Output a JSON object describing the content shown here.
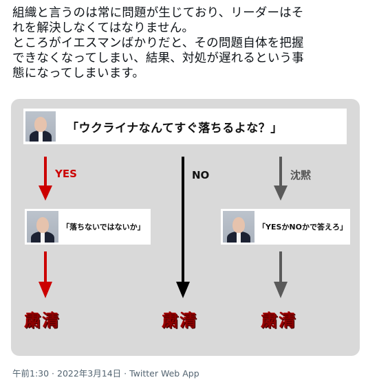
{
  "tweet": {
    "lines": [
      "組織と言うのは常に問題が生じており、リーダーはそ",
      "れを解決しなくてはなりません。",
      "ところがイエスマンばかりだと、その問題自体を把握",
      "できなくなってしまい、結果、対処が遅れるという事",
      "態になってしまいます。"
    ],
    "timestamp": "午前1:30 · 2022年3月14日",
    "source": "Twitter Web App"
  },
  "chart": {
    "question": "「ウクライナなんてすぐ落ちるよな？」",
    "branches": [
      {
        "label": "YES",
        "response": "「落ちないではないか」",
        "result": "粛清",
        "color": "#cc0000"
      },
      {
        "label": "NO",
        "response": "",
        "result": "粛清",
        "color": "#000000"
      },
      {
        "label": "沈黙",
        "response": "「YESかNOかで答えろ」",
        "result": "粛清",
        "color": "#5a5a5a"
      }
    ]
  },
  "colors": {
    "card_bg": "#d9d9d9",
    "result_text": "#8b0000",
    "text": "#0f1419",
    "muted": "#536471"
  }
}
